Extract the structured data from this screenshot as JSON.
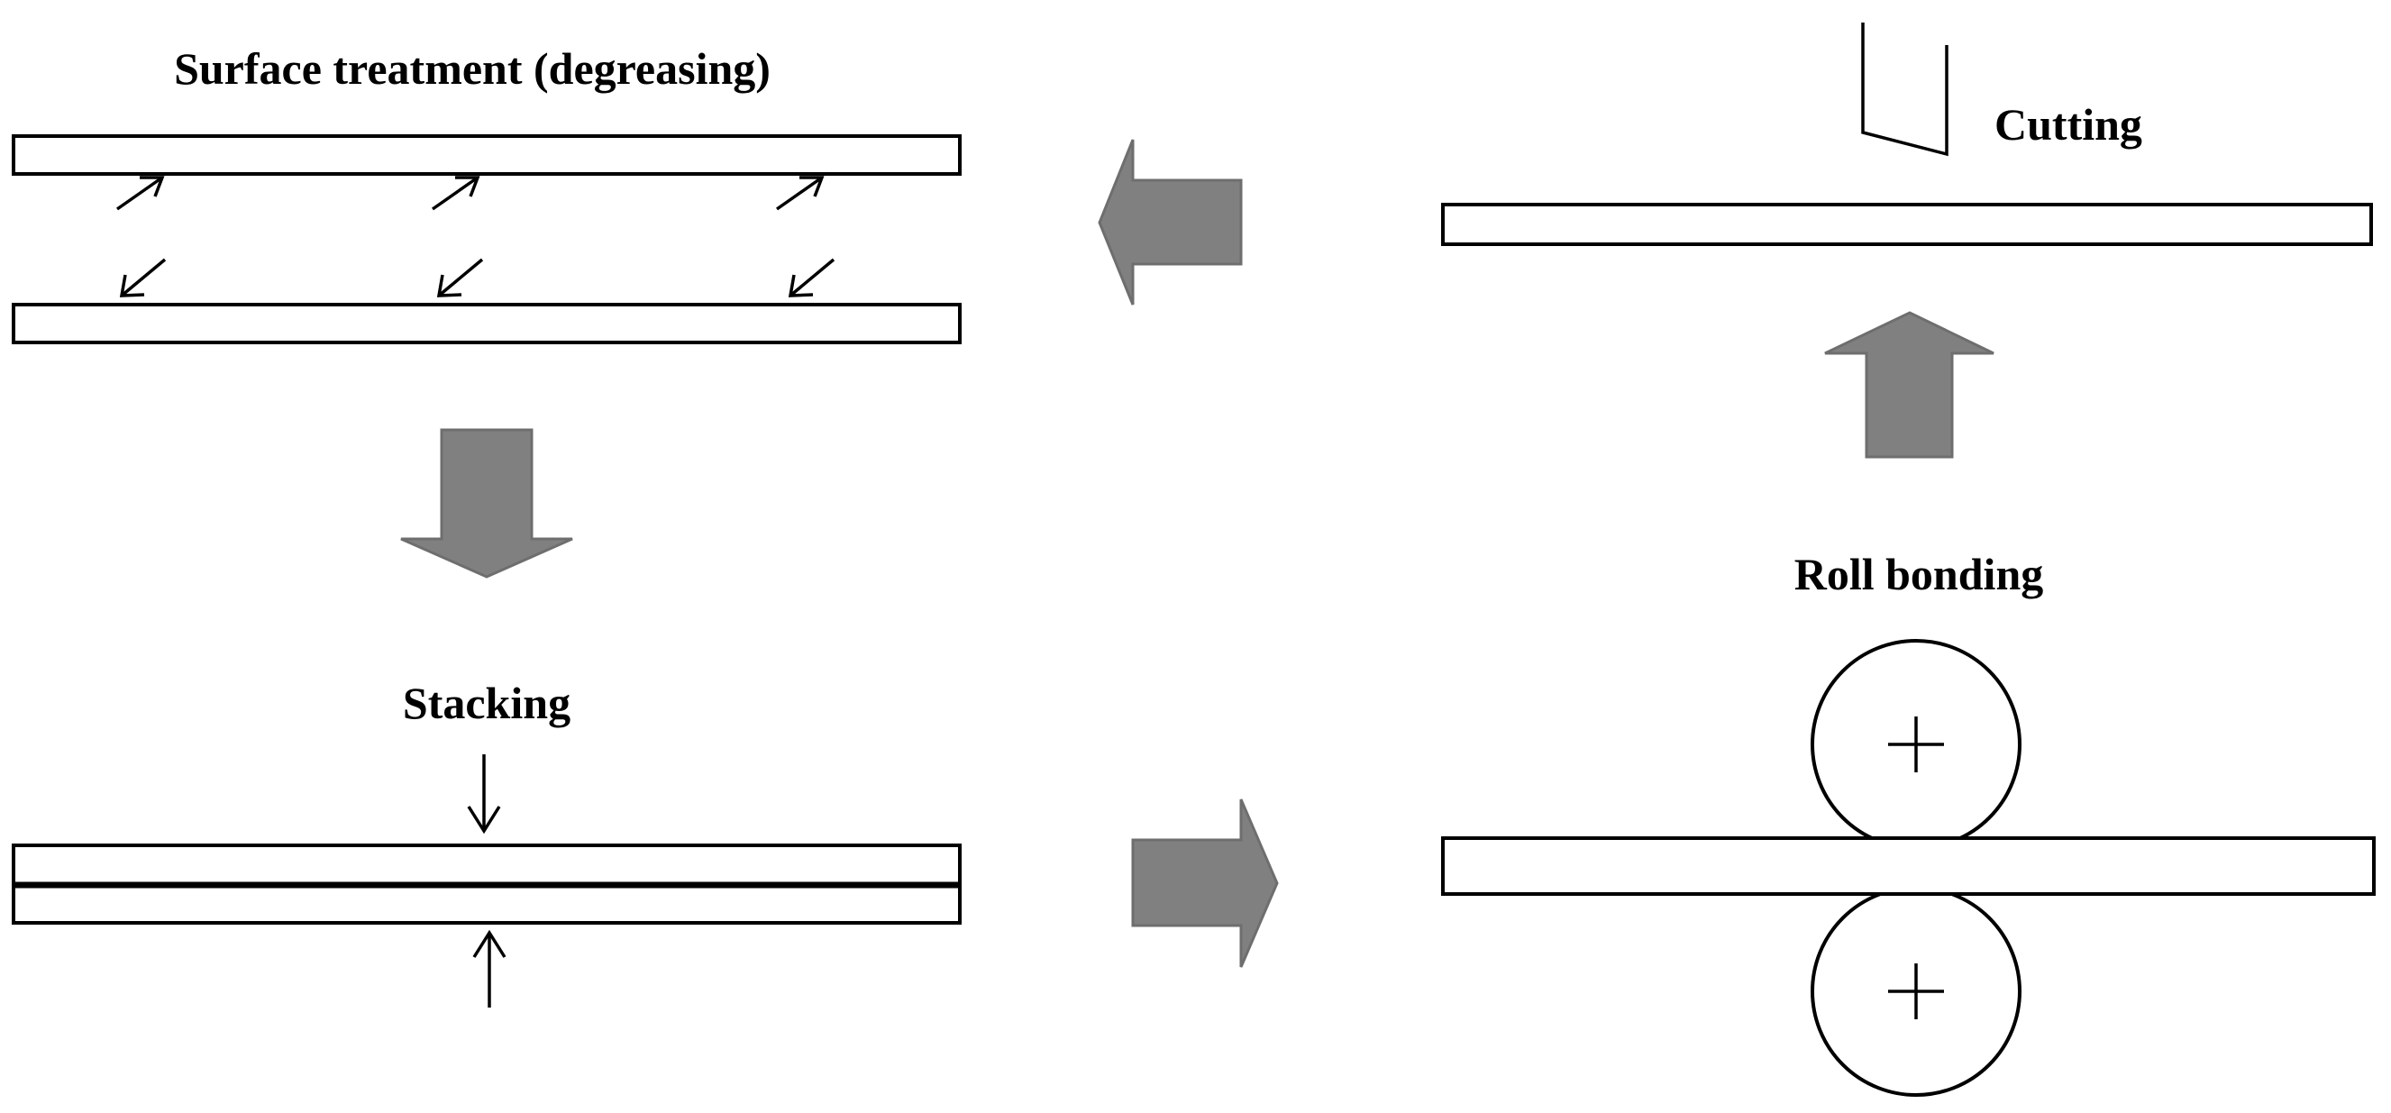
{
  "labels": {
    "surface_treatment": "Surface treatment (degreasing)",
    "stacking": "Stacking",
    "roll_bonding": "Roll bonding",
    "cutting": "Cutting"
  },
  "colors": {
    "flow_arrow": "#808080",
    "outline": "#000000",
    "background": "#ffffff"
  },
  "steps": [
    "surface_treatment",
    "stacking",
    "roll_bonding",
    "cutting"
  ]
}
